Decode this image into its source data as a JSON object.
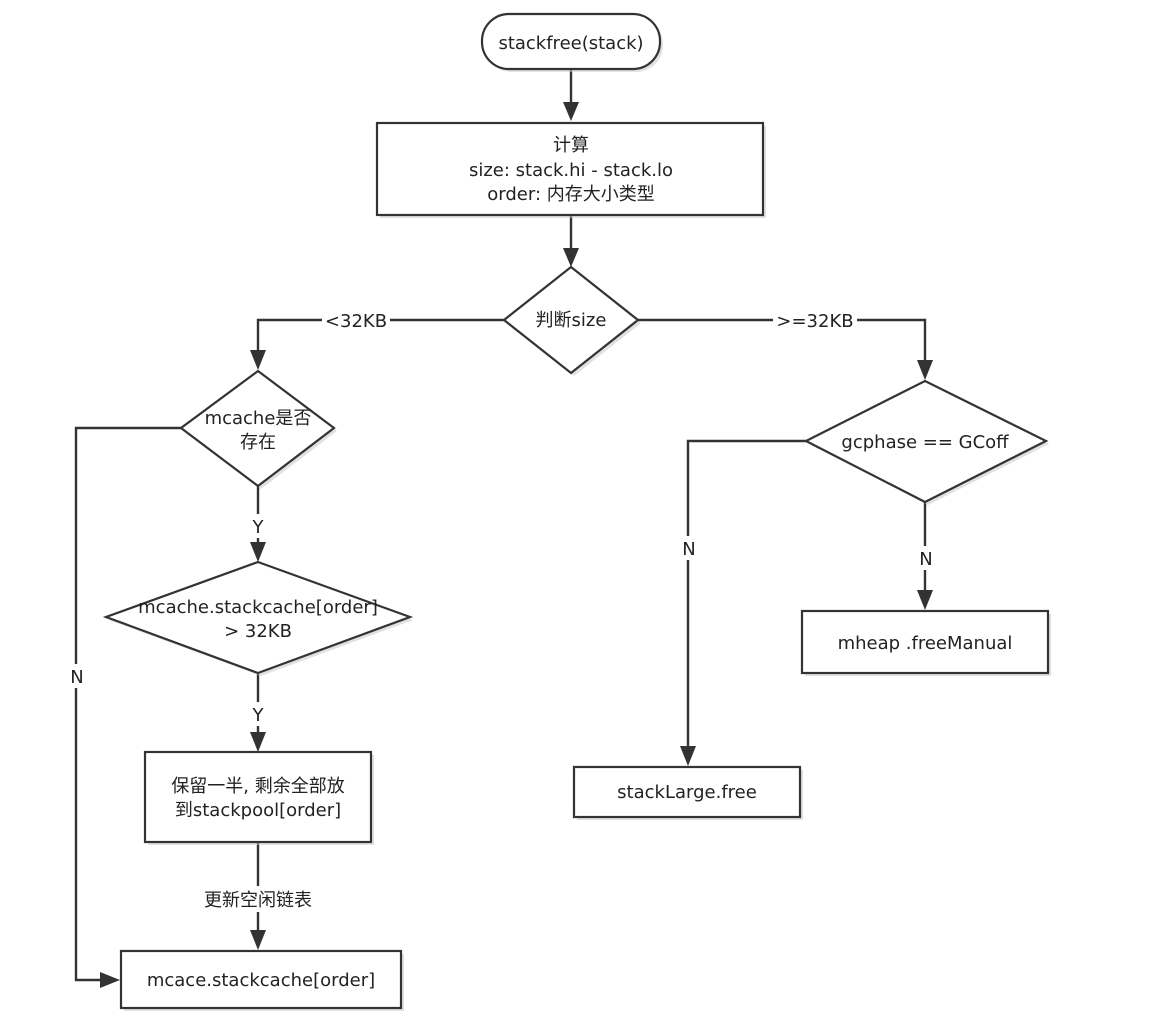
{
  "nodes": {
    "start": "stackfree(stack)",
    "compute": [
      "计算",
      "size: stack.hi - stack.lo",
      "order: 内存大小类型"
    ],
    "judge_size": "判断size",
    "mcache_exists": [
      "mcache是否",
      "存在"
    ],
    "stackcache_check": [
      "mcache.stackcache[order]",
      "> 32KB"
    ],
    "keep_half": [
      "保留一半, 剩余全部放",
      "到stackpool[order]"
    ],
    "mcace_stackcache": "mcace.stackcache[order]",
    "gcphase": "gcphase ==   GCoff",
    "mheap_free": "mheap  .freeManual",
    "stacklarge_free": "stackLarge.free"
  },
  "edges": {
    "lt_32kb": "<32KB",
    "ge_32kb": ">=32KB",
    "mcache_yes": "Y",
    "mcache_no": "N",
    "stackcache_yes": "Y",
    "update_freelist": "更新空闲链表",
    "gc_no_down": "N",
    "gc_no_left": "N"
  }
}
